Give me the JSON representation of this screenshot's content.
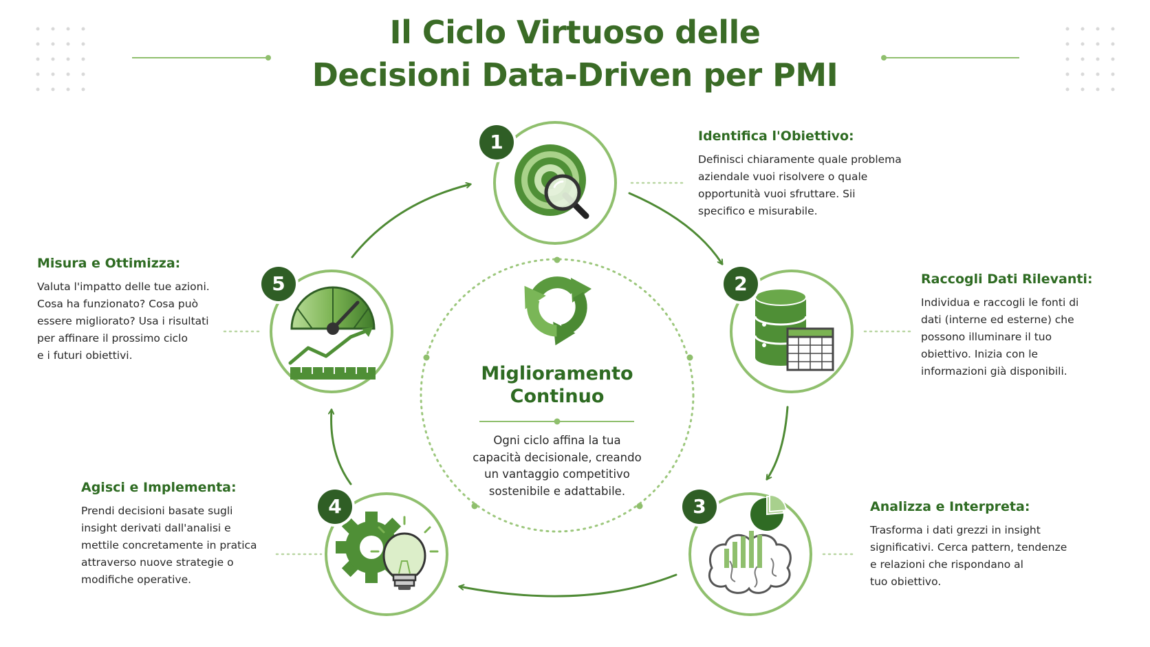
{
  "title": {
    "line1": "Il Ciclo Virtuoso delle",
    "line2": "Decisioni Data-Driven per PMI"
  },
  "center": {
    "title_line1": "Miglioramento",
    "title_line2": "Continuo",
    "desc_lines": [
      "Ogni ciclo affina la tua",
      "capacità decisionale, creando",
      "un vantaggio competitivo",
      "sostenibile e adattabile."
    ],
    "icon": "recycle-icon"
  },
  "steps": [
    {
      "number": "1",
      "heading": "Identifica l'Obiettivo:",
      "lines": [
        "Definisci chiaramente quale problema",
        "aziendale vuoi risolvere o quale",
        "opportunità vuoi sfruttare. Sii",
        "specifico e misurabile."
      ],
      "icon": "target-magnifier-icon"
    },
    {
      "number": "2",
      "heading": "Raccogli Dati Rilevanti:",
      "lines": [
        "Individua e raccogli le fonti di",
        "dati (interne ed esterne) che",
        "possono illuminare il tuo",
        "obiettivo. Inizia con le",
        "informazioni già disponibili."
      ],
      "icon": "database-table-icon"
    },
    {
      "number": "3",
      "heading": "Analizza e Interpreta:",
      "lines": [
        "Trasforma i dati grezzi in insight",
        "significativi. Cerca pattern, tendenze",
        "e relazioni che rispondano al",
        "tuo obiettivo."
      ],
      "icon": "brain-chart-icon"
    },
    {
      "number": "4",
      "heading": "Agisci e Implementa:",
      "lines": [
        "Prendi decisioni basate sugli",
        "insight derivati dall'analisi e",
        "mettile concretamente in pratica",
        "attraverso nuove strategie o",
        "modifiche operative."
      ],
      "icon": "gear-lightbulb-icon"
    },
    {
      "number": "5",
      "heading": "Misura e Ottimizza:",
      "lines": [
        "Valuta l'impatto delle tue azioni.",
        "Cosa ha funzionato? Cosa può",
        "essere migliorato? Usa i risultati",
        "per affinare il prossimo ciclo",
        "e i futuri obiettivi."
      ],
      "icon": "gauge-growth-icon"
    }
  ],
  "colors": {
    "dark_green": "#2f5e25",
    "title_green": "#3a6b26",
    "heading_green": "#2e6b22",
    "mid_green": "#5a9a3e",
    "light_green": "#a8d08d",
    "ring_green": "#8fbf6d"
  }
}
